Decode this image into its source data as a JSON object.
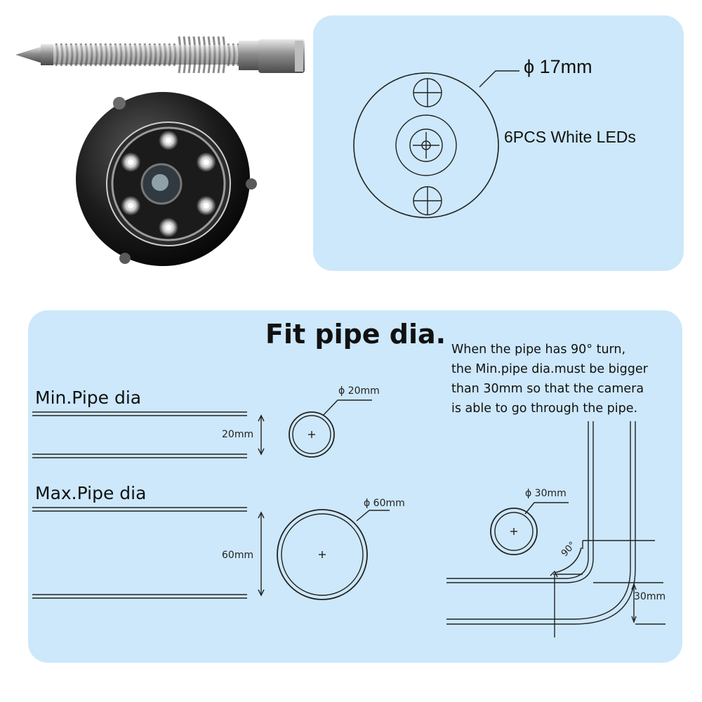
{
  "camera_head": {
    "diameter_label": "ϕ 17mm",
    "leds_label": "6PCS White LEDs",
    "led_count": 6
  },
  "fit_section": {
    "title": "Fit pipe dia.",
    "min": {
      "label": "Min.Pipe dia",
      "dimension": "20mm",
      "circle_label": "ϕ 20mm"
    },
    "max": {
      "label": "Max.Pipe dia",
      "dimension": "60mm",
      "circle_label": "ϕ 60mm"
    },
    "turn": {
      "note_lines": [
        "When the pipe has 90° turn,",
        "the Min.pipe dia.must be bigger",
        "than 30mm so that the camera",
        "is able to go through the pipe."
      ],
      "circle_label": "ϕ 30mm",
      "angle_label": "90°",
      "dimension": "30mm"
    }
  },
  "colors": {
    "panel": "#cde8fb",
    "line": "#222222"
  }
}
